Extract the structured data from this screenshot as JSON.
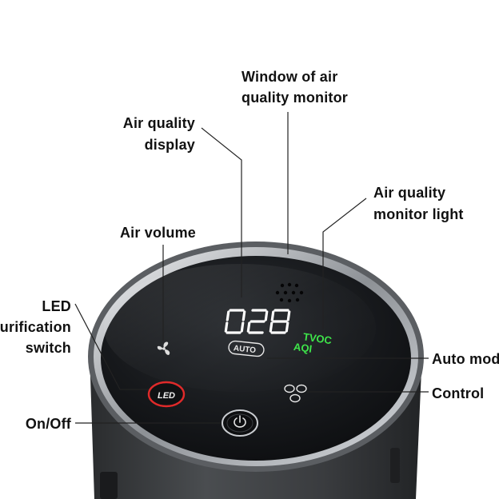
{
  "labels": {
    "window_line1": "Window of air",
    "window_line2": "quality monitor",
    "display_line1": "Air quality",
    "display_line2": "display",
    "monitor_light_line1": "Air quality",
    "monitor_light_line2": "monitor light",
    "air_volume": "Air volume",
    "led_line1": "LED",
    "led_line2": "purification",
    "led_line3": "switch",
    "auto_mode": "Auto mode",
    "control": "Control",
    "on_off": "On/Off"
  },
  "panel": {
    "display_value": "028",
    "indicator_tvoc": "TVOC",
    "indicator_aqi": "AQI",
    "auto_badge": "AUTO",
    "led_button": "LED"
  },
  "colors": {
    "indicator_green": "#3ee64a",
    "led_ring_red": "#e02a2a",
    "device_body": "#3a3c3e",
    "panel_surface": "#15171a",
    "chrome_rim": "#cfd2d6"
  },
  "icons": [
    "fan-icon",
    "speaker-grille-icon",
    "control-dots-icon",
    "power-icon"
  ]
}
